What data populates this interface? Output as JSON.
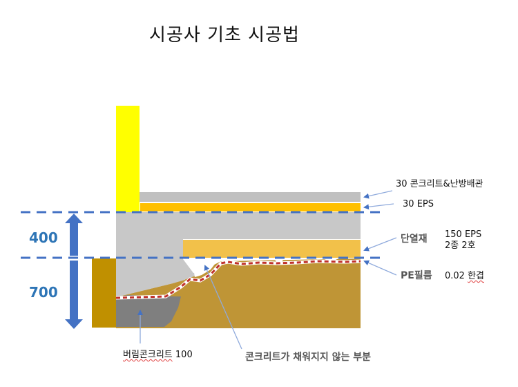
{
  "title": "시공사 기초 시공법",
  "colors": {
    "wall": "#ffff00",
    "screed": "#c0c0c0",
    "eps_top": "#ffc000",
    "slab": "#c8c8c8",
    "insulation": "#f2c14a",
    "soil": "#bf9536",
    "footing": "#c09000",
    "lean_concrete": "#7f7f7f",
    "pe_film": "#c0312b",
    "dim_line": "#4472c4",
    "dim_text": "#2e75b6",
    "leader": "#8faadc"
  },
  "layers": {
    "screed": {
      "label_value": "30",
      "label_text": "콘크리트&난방배관"
    },
    "eps_top": {
      "label_value": "30",
      "label_text": "EPS"
    },
    "insulation": {
      "name": "단열재",
      "spec_line1": "150 EPS",
      "spec_line2": "2종 2호"
    },
    "pe_film": {
      "name": "PE필름",
      "spec_value": "0.02",
      "spec_text": "한겹"
    },
    "lean_concrete": {
      "name": "버림콘크리트",
      "value": "100"
    },
    "void": {
      "text": "콘크리트가 채워지지 않는 부분"
    }
  },
  "dimensions": {
    "upper": "400",
    "lower": "700"
  }
}
